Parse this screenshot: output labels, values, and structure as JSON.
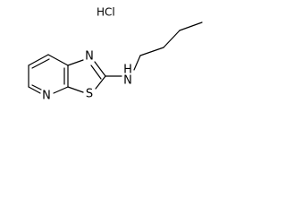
{
  "molecule": {
    "salt": "HCl",
    "atoms": {
      "ring_nitrogen_top": "N",
      "ring_nitrogen_pyridine": "N",
      "sulfur": "S",
      "amine_nitrogen": "N",
      "amine_hydrogen": "H"
    }
  }
}
